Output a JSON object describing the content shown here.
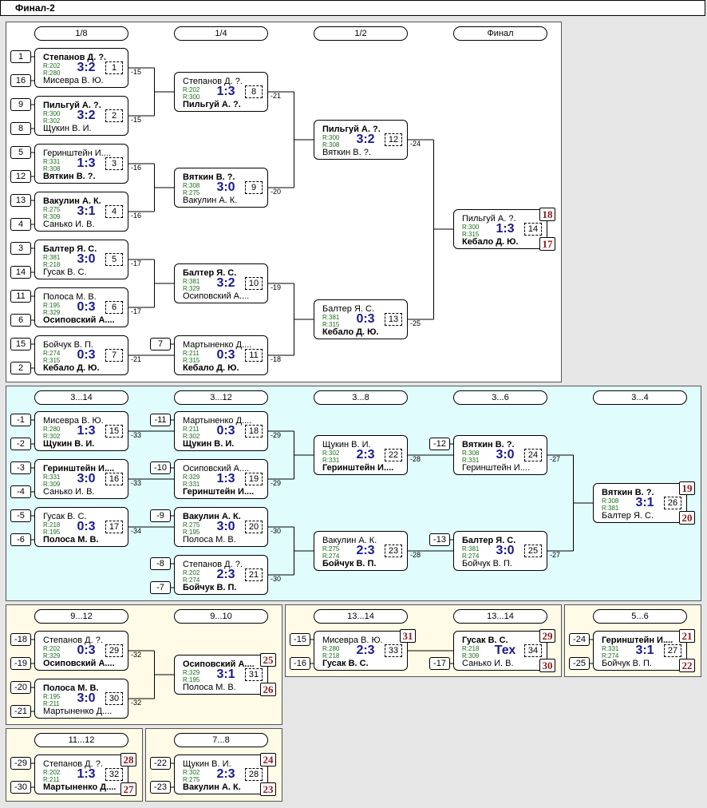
{
  "title": "Финал-2",
  "rounds": {
    "r1_8": "1/8",
    "r1_4": "1/4",
    "r1_2": "1/2",
    "final": "Финал",
    "c3_14": "3...14",
    "c3_12": "3...12",
    "c3_8": "3...8",
    "c3_6": "3...6",
    "c3_4": "3...4",
    "c9_12": "9...12",
    "c9_10": "9...10",
    "c13_14a": "13...14",
    "c13_14b": "13...14",
    "c5_6": "5...6",
    "c11_12": "11...12",
    "c7_8": "7...8"
  },
  "seeds": {
    "s1": "1",
    "s16": "16",
    "s9": "9",
    "s8": "8",
    "s5": "5",
    "s12": "12",
    "s13": "13",
    "s4": "4",
    "s3": "3",
    "s14": "14",
    "s11": "11",
    "s6": "6",
    "s15": "15",
    "s2": "2",
    "s7": "7",
    "l1": "-1",
    "l2": "-2",
    "l3": "-3",
    "l4": "-4",
    "l5": "-5",
    "l6": "-6",
    "l11": "-11",
    "l10": "-10",
    "l9": "-9",
    "l8": "-8",
    "l7": "-7",
    "l12": "-12",
    "l13": "-13",
    "l18": "-18",
    "l19": "-19",
    "l20": "-20",
    "l21": "-21",
    "l15": "-15",
    "l16": "-16",
    "l17": "-17",
    "l24": "-24",
    "l25": "-25",
    "l29": "-29",
    "l30": "-30",
    "l22": "-22",
    "l23": "-23"
  },
  "matches": {
    "m1": {
      "p1": "Степанов Д. ?.",
      "r1": "R:202",
      "r2": "R:280",
      "p2": "Мисевра В. Ю.",
      "score": "3:2",
      "num": "1",
      "loser": "-15"
    },
    "m2": {
      "p1": "Пильгуй А. ?.",
      "r1": "R:300",
      "r2": "R:302",
      "p2": "Щукин В. И.",
      "score": "3:2",
      "num": "2",
      "loser": "-15"
    },
    "m3": {
      "p1": "Геринштейн И....",
      "r1": "R:331",
      "r2": "R:308",
      "p2": "Вяткин В. ?.",
      "score": "1:3",
      "num": "3",
      "loser": "-16"
    },
    "m4": {
      "p1": "Вакулин А. К.",
      "r1": "R:275",
      "r2": "R:309",
      "p2": "Санько И. В.",
      "score": "3:1",
      "num": "4",
      "loser": "-16"
    },
    "m5": {
      "p1": "Балтер Я. С.",
      "r1": "R:381",
      "r2": "R:218",
      "p2": "Гусак В. С.",
      "score": "3:0",
      "num": "5",
      "loser": "-17"
    },
    "m6": {
      "p1": "Полоса М. В.",
      "r1": "R:195",
      "r2": "R:329",
      "p2": "Осиповский А....",
      "score": "0:3",
      "num": "6",
      "loser": "-17"
    },
    "m7": {
      "p1": "Бойчук В. П.",
      "r1": "R:274",
      "r2": "R:315",
      "p2": "Кебало Д. Ю.",
      "score": "0:3",
      "num": "7",
      "loser": "-21"
    },
    "m8": {
      "p1": "Степанов Д. ?.",
      "r1": "R:202",
      "r2": "R:300",
      "p2": "Пильгуй А. ?.",
      "score": "1:3",
      "num": "8",
      "loser": "-21"
    },
    "m9": {
      "p1": "Вяткин В. ?.",
      "r1": "R:308",
      "r2": "R:275",
      "p2": "Вакулин А. К.",
      "score": "3:0",
      "num": "9",
      "loser": "-20"
    },
    "m10": {
      "p1": "Балтер Я. С.",
      "r1": "R:381",
      "r2": "R:329",
      "p2": "Осиповский А....",
      "score": "3:2",
      "num": "10",
      "loser": "-19"
    },
    "m11": {
      "p1": "Мартыненко Д....",
      "r1": "R:211",
      "r2": "R:315",
      "p2": "Кебало Д. Ю.",
      "score": "0:3",
      "num": "11",
      "loser": "-18"
    },
    "m12": {
      "p1": "Пильгуй А. ?.",
      "r1": "R:300",
      "r2": "R:308",
      "p2": "Вяткин В. ?.",
      "score": "3:2",
      "num": "12",
      "loser": "-24"
    },
    "m13": {
      "p1": "Балтер Я. С.",
      "r1": "R:381",
      "r2": "R:315",
      "p2": "Кебало Д. Ю.",
      "score": "0:3",
      "num": "13",
      "loser": "-25"
    },
    "m14": {
      "p1": "Пильгуй А. ?.",
      "r1": "R:300",
      "r2": "R:315",
      "p2": "Кебало Д. Ю.",
      "score": "1:3",
      "num": "14",
      "place1": "18",
      "place2": "17"
    },
    "m15": {
      "p1": "Мисевра В. Ю.",
      "r1": "R:280",
      "r2": "R:302",
      "p2": "Щукин В. И.",
      "score": "1:3",
      "num": "15",
      "loser": "-33"
    },
    "m16": {
      "p1": "Геринштейн И....",
      "r1": "R:331",
      "r2": "R:309",
      "p2": "Санько И. В.",
      "score": "3:0",
      "num": "16",
      "loser": "-33"
    },
    "m17": {
      "p1": "Гусак В. С.",
      "r1": "R:218",
      "r2": "R:195",
      "p2": "Полоса М. В.",
      "score": "0:3",
      "num": "17",
      "loser": "-34"
    },
    "m18": {
      "p1": "Мартыненко Д....",
      "r1": "R:211",
      "r2": "R:302",
      "p2": "Щукин В. И.",
      "score": "0:3",
      "num": "18",
      "loser": "-29"
    },
    "m19": {
      "p1": "Осиповский А....",
      "r1": "R:329",
      "r2": "R:331",
      "p2": "Геринштейн И....",
      "score": "1:3",
      "num": "19",
      "loser": "-29"
    },
    "m20": {
      "p1": "Вакулин А. К.",
      "r1": "R:275",
      "r2": "R:195",
      "p2": "Полоса М. В.",
      "score": "3:0",
      "num": "20",
      "loser": "-30"
    },
    "m21": {
      "p1": "Степанов Д. ?.",
      "r1": "R:202",
      "r2": "R:274",
      "p2": "Бойчук В. П.",
      "score": "2:3",
      "num": "21",
      "loser": "-30"
    },
    "m22": {
      "p1": "Щукин В. И.",
      "r1": "R:302",
      "r2": "R:331",
      "p2": "Геринштейн И....",
      "score": "2:3",
      "num": "22",
      "loser": "-28"
    },
    "m23": {
      "p1": "Вакулин А. К.",
      "r1": "R:275",
      "r2": "R:274",
      "p2": "Бойчук В. П.",
      "score": "2:3",
      "num": "23",
      "loser": "-28"
    },
    "m24": {
      "p1": "Вяткин В. ?.",
      "r1": "R:308",
      "r2": "R:331",
      "p2": "Геринштейн И....",
      "score": "3:0",
      "num": "24",
      "loser": "-27"
    },
    "m25": {
      "p1": "Балтер Я. С.",
      "r1": "R:381",
      "r2": "R:274",
      "p2": "Бойчук В. П.",
      "score": "3:0",
      "num": "25",
      "loser": "-27"
    },
    "m26": {
      "p1": "Вяткин В. ?.",
      "r1": "R:308",
      "r2": "R:381",
      "p2": "Балтер Я. С.",
      "score": "3:1",
      "num": "26",
      "place1": "19",
      "place2": "20"
    },
    "m29": {
      "p1": "Степанов Д. ?.",
      "r1": "R:202",
      "r2": "R:329",
      "p2": "Осиповский А....",
      "score": "0:3",
      "num": "29",
      "loser": "-32"
    },
    "m30": {
      "p1": "Полоса М. В.",
      "r1": "R:195",
      "r2": "R:211",
      "p2": "Мартыненко Д....",
      "score": "3:0",
      "num": "30",
      "loser": "-32"
    },
    "m31": {
      "p1": "Осиповский А....",
      "r1": "R:329",
      "r2": "R:195",
      "p2": "Полоса М. В.",
      "score": "3:1",
      "num": "31",
      "place1": "25",
      "place2": "26"
    },
    "m33": {
      "p1": "Мисевра В. Ю.",
      "r1": "R:280",
      "r2": "R:218",
      "p2": "Гусак В. С.",
      "score": "2:3",
      "num": "33",
      "place1": "31"
    },
    "m34": {
      "p1": "Гусак В. С.",
      "r1": "R:218",
      "r2": "R:309",
      "p2": "Санько И. В.",
      "score": "Тех",
      "num": "34",
      "place1": "29",
      "place2": "30"
    },
    "m27": {
      "p1": "Геринштейн И....",
      "r1": "R:331",
      "r2": "R:274",
      "p2": "Бойчук В. П.",
      "score": "3:1",
      "num": "27",
      "place1": "21",
      "place2": "22"
    },
    "m32": {
      "p1": "Степанов Д. ?.",
      "r1": "R:202",
      "r2": "R:211",
      "p2": "Мартыненко Д....",
      "score": "1:3",
      "num": "32",
      "place1": "28",
      "place2": "27"
    },
    "m28": {
      "p1": "Щукин В. И.",
      "r1": "R:302",
      "r2": "R:275",
      "p2": "Вакулин А. К.",
      "score": "2:3",
      "num": "28",
      "place1": "24",
      "place2": "23"
    }
  }
}
